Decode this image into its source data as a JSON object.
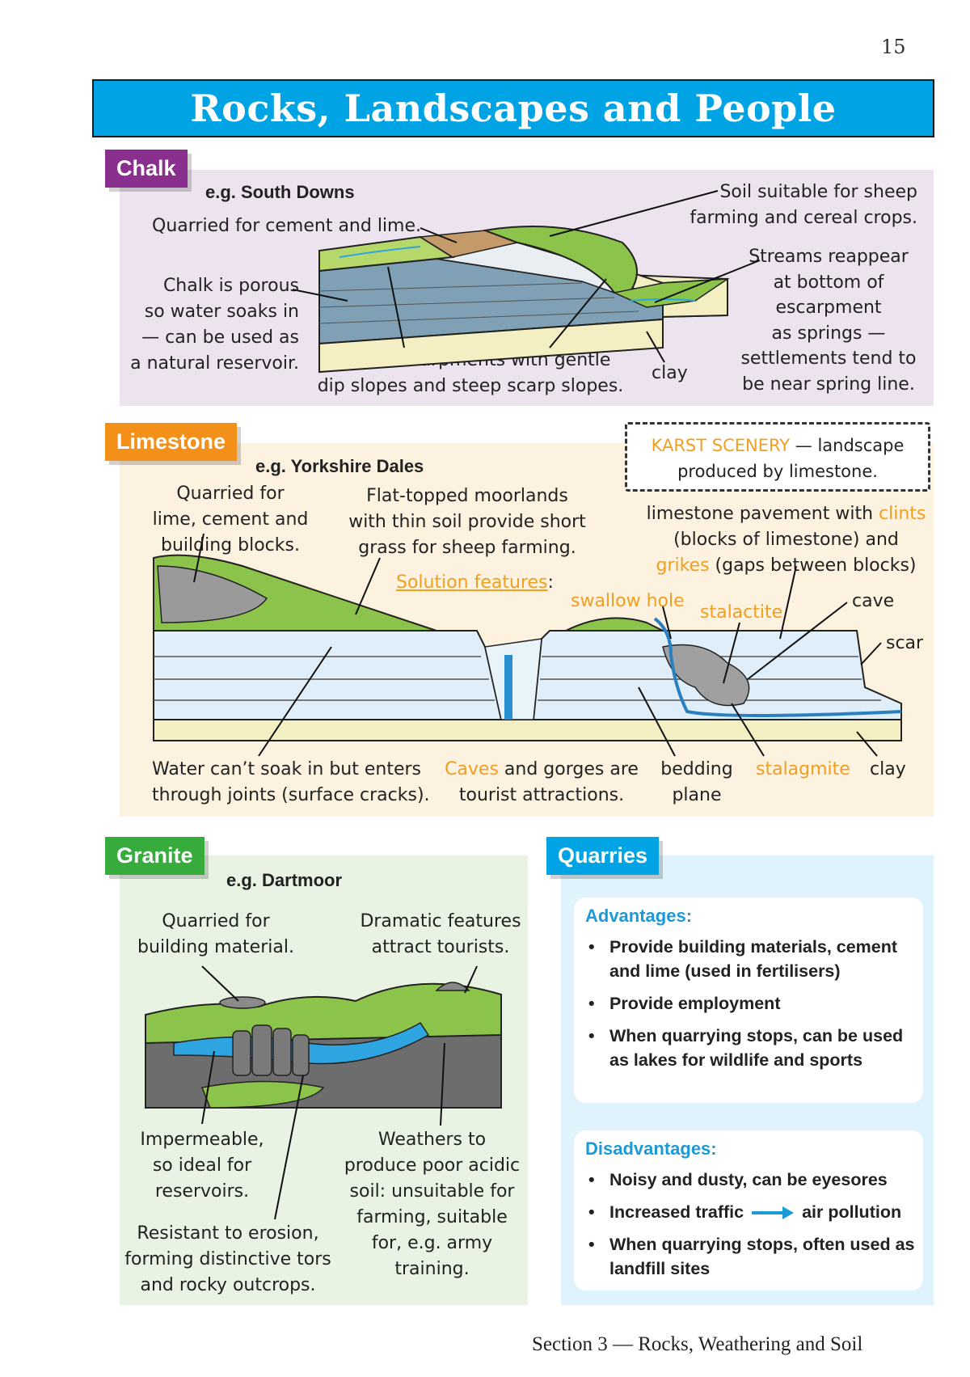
{
  "page": {
    "number": "15",
    "title": "Rocks, Landscapes and People",
    "footer": "Section 3 — Rocks, Weathering and Soil"
  },
  "chalk": {
    "tag": "Chalk",
    "example": "e.g. South Downs",
    "notes": {
      "quarried": "Quarried for cement and lime.",
      "soil_1": "Soil suitable for sheep",
      "soil_2": "farming and cereal crops.",
      "porous_1": "Chalk is porous",
      "porous_2": "so water soaks in",
      "porous_3": "— can be used as",
      "porous_4": "a natural reservoir.",
      "streams_1": "Streams reappear",
      "streams_2": "at bottom of",
      "streams_3": "escarpment",
      "streams_4": "as springs —",
      "streams_5": "settlements tend to",
      "streams_6": "be near spring line.",
      "escarp_1": "Forms escarpments with gentle",
      "escarp_2": "dip slopes and steep scarp slopes.",
      "clay": "clay"
    }
  },
  "limestone": {
    "tag": "Limestone",
    "example": "e.g. Yorkshire Dales",
    "karst": {
      "term": "KARST SCENERY",
      "rest": " — landscape",
      "line2": "produced by limestone."
    },
    "notes": {
      "quarried_1": "Quarried for",
      "quarried_2": "lime, cement and",
      "quarried_3": "building blocks.",
      "moor_1": "Flat-topped moorlands",
      "moor_2": "with thin soil provide short",
      "moor_3": "grass for sheep farming.",
      "solution": "Solution features",
      "solution_colon": ":",
      "pavement_1": "limestone pavement with ",
      "clints": "clints",
      "pavement_2": "(blocks of limestone) and",
      "grikes": "grikes",
      "pavement_3": " (gaps between blocks)",
      "swallow_hole": "swallow hole",
      "stalactite": "stalactite",
      "cave": "cave",
      "scar": "scar",
      "water_1": "Water can’t soak in but enters",
      "water_2": "through joints (surface cracks).",
      "caves": "Caves",
      "caves_rest": " and gorges are",
      "caves_2": "tourist attractions.",
      "bedding_1": "bedding",
      "bedding_2": "plane",
      "stalagmite": "stalagmite",
      "clay": "clay"
    }
  },
  "granite": {
    "tag": "Granite",
    "example": "e.g. Dartmoor",
    "notes": {
      "quarried_1": "Quarried for",
      "quarried_2": "building material.",
      "dramatic_1": "Dramatic features",
      "dramatic_2": "attract tourists.",
      "imperm_1": "Impermeable,",
      "imperm_2": "so ideal for",
      "imperm_3": "reservoirs.",
      "weathers_1": "Weathers to",
      "weathers_2": "produce poor acidic",
      "weathers_3": "soil: unsuitable for",
      "weathers_4": "farming, suitable",
      "weathers_5": "for, e.g. army",
      "weathers_6": "training.",
      "resistant_1": "Resistant to erosion,",
      "resistant_2": "forming distinctive tors",
      "resistant_3": "and rocky outcrops."
    }
  },
  "quarries": {
    "tag": "Quarries",
    "advantages": {
      "heading": "Advantages:",
      "items": [
        "Provide building materials, cement and lime (used in fertilisers)",
        "Provide employment",
        "When quarrying stops, can be used as lakes for wildlife and sports"
      ]
    },
    "disadvantages": {
      "heading": "Disadvantages:",
      "item1": "Noisy and dusty, can be eyesores",
      "item2_a": "Increased traffic",
      "item2_b": "air pollution",
      "item3": "When quarrying stops, often used as landfill sites"
    }
  },
  "colors": {
    "title_blue": "#00a3e4",
    "chalk_purple": "#8b2f8f",
    "limestone_orange": "#f39019",
    "granite_green": "#37ab3b",
    "highlight_orange": "#f0a020"
  }
}
